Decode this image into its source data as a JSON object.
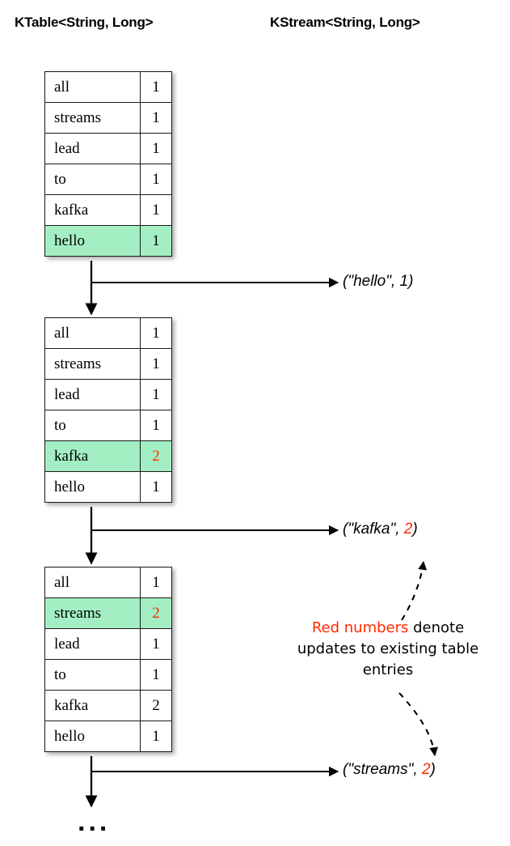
{
  "headers": {
    "ktable": "KTable<String, Long>",
    "kstream": "KStream<String, Long>"
  },
  "colors": {
    "highlight_green": "#a3eec2",
    "update_red": "#ff2a00",
    "line_black": "#000000",
    "table_border": "#1a1a1a"
  },
  "tables": [
    {
      "id": "table-1",
      "rows": [
        {
          "key": "all",
          "value": "1",
          "highlighted": false,
          "value_red": false
        },
        {
          "key": "streams",
          "value": "1",
          "highlighted": false,
          "value_red": false
        },
        {
          "key": "lead",
          "value": "1",
          "highlighted": false,
          "value_red": false
        },
        {
          "key": "to",
          "value": "1",
          "highlighted": false,
          "value_red": false
        },
        {
          "key": "kafka",
          "value": "1",
          "highlighted": false,
          "value_red": false
        },
        {
          "key": "hello",
          "value": "1",
          "highlighted": true,
          "value_red": false
        }
      ]
    },
    {
      "id": "table-2",
      "rows": [
        {
          "key": "all",
          "value": "1",
          "highlighted": false,
          "value_red": false
        },
        {
          "key": "streams",
          "value": "1",
          "highlighted": false,
          "value_red": false
        },
        {
          "key": "lead",
          "value": "1",
          "highlighted": false,
          "value_red": false
        },
        {
          "key": "to",
          "value": "1",
          "highlighted": false,
          "value_red": false
        },
        {
          "key": "kafka",
          "value": "2",
          "highlighted": true,
          "value_red": true
        },
        {
          "key": "hello",
          "value": "1",
          "highlighted": false,
          "value_red": false
        }
      ]
    },
    {
      "id": "table-3",
      "rows": [
        {
          "key": "all",
          "value": "1",
          "highlighted": false,
          "value_red": false
        },
        {
          "key": "streams",
          "value": "2",
          "highlighted": true,
          "value_red": true
        },
        {
          "key": "lead",
          "value": "1",
          "highlighted": false,
          "value_red": false
        },
        {
          "key": "to",
          "value": "1",
          "highlighted": false,
          "value_red": false
        },
        {
          "key": "kafka",
          "value": "2",
          "highlighted": false,
          "value_red": false
        },
        {
          "key": "hello",
          "value": "1",
          "highlighted": false,
          "value_red": false
        }
      ]
    }
  ],
  "stream_records": [
    {
      "id": "rec-1",
      "prefix": "(\"hello\", ",
      "value": "1",
      "suffix": ")",
      "value_red": false
    },
    {
      "id": "rec-2",
      "prefix": "(\"kafka\", ",
      "value": "2",
      "suffix": ")",
      "value_red": true
    },
    {
      "id": "rec-3",
      "prefix": "(\"streams\", ",
      "value": "2",
      "suffix": ")",
      "value_red": true
    }
  ],
  "note": {
    "red_part": "Red numbers",
    "rest": " denote updates to existing table entries"
  },
  "ellipsis": "..."
}
